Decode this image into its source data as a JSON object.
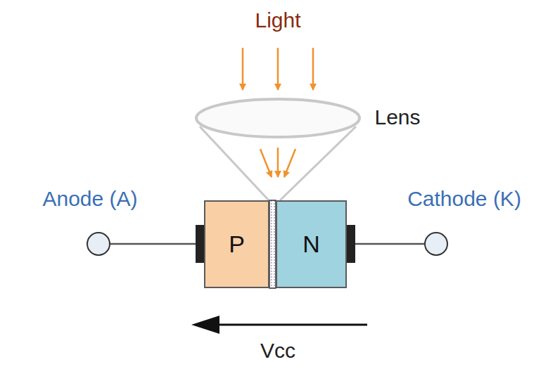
{
  "diagram": {
    "nodes": [
      {
        "text": [
          "P"
        ]
      },
      {
        "text": [
          "N"
        ]
      }
    ],
    "labels": [
      "Light",
      "Lens",
      "Anode (A)",
      "Cathode (K)",
      "Vcc"
    ]
  }
}
